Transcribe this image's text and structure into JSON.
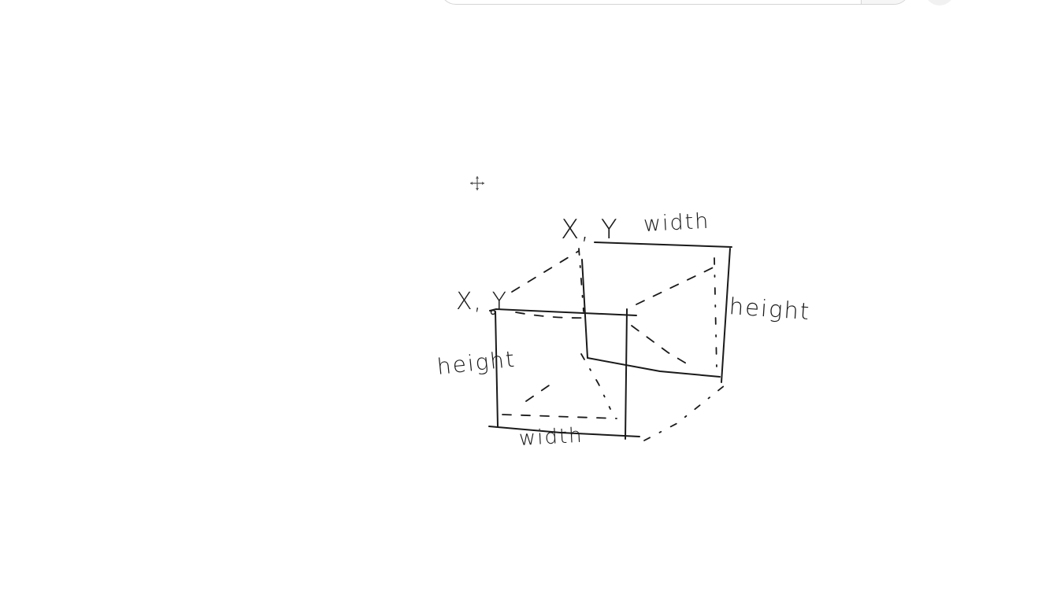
{
  "drawing": {
    "labels": {
      "back_xy": "X, Y",
      "back_width": "width",
      "back_height": "height",
      "front_xy": "X, Y",
      "front_height": "height",
      "front_width": "width"
    }
  },
  "icons": {
    "cursor": "crosshair-move-cursor-icon"
  },
  "colors": {
    "ink": "#1a1a1a",
    "background": "#ffffff"
  }
}
